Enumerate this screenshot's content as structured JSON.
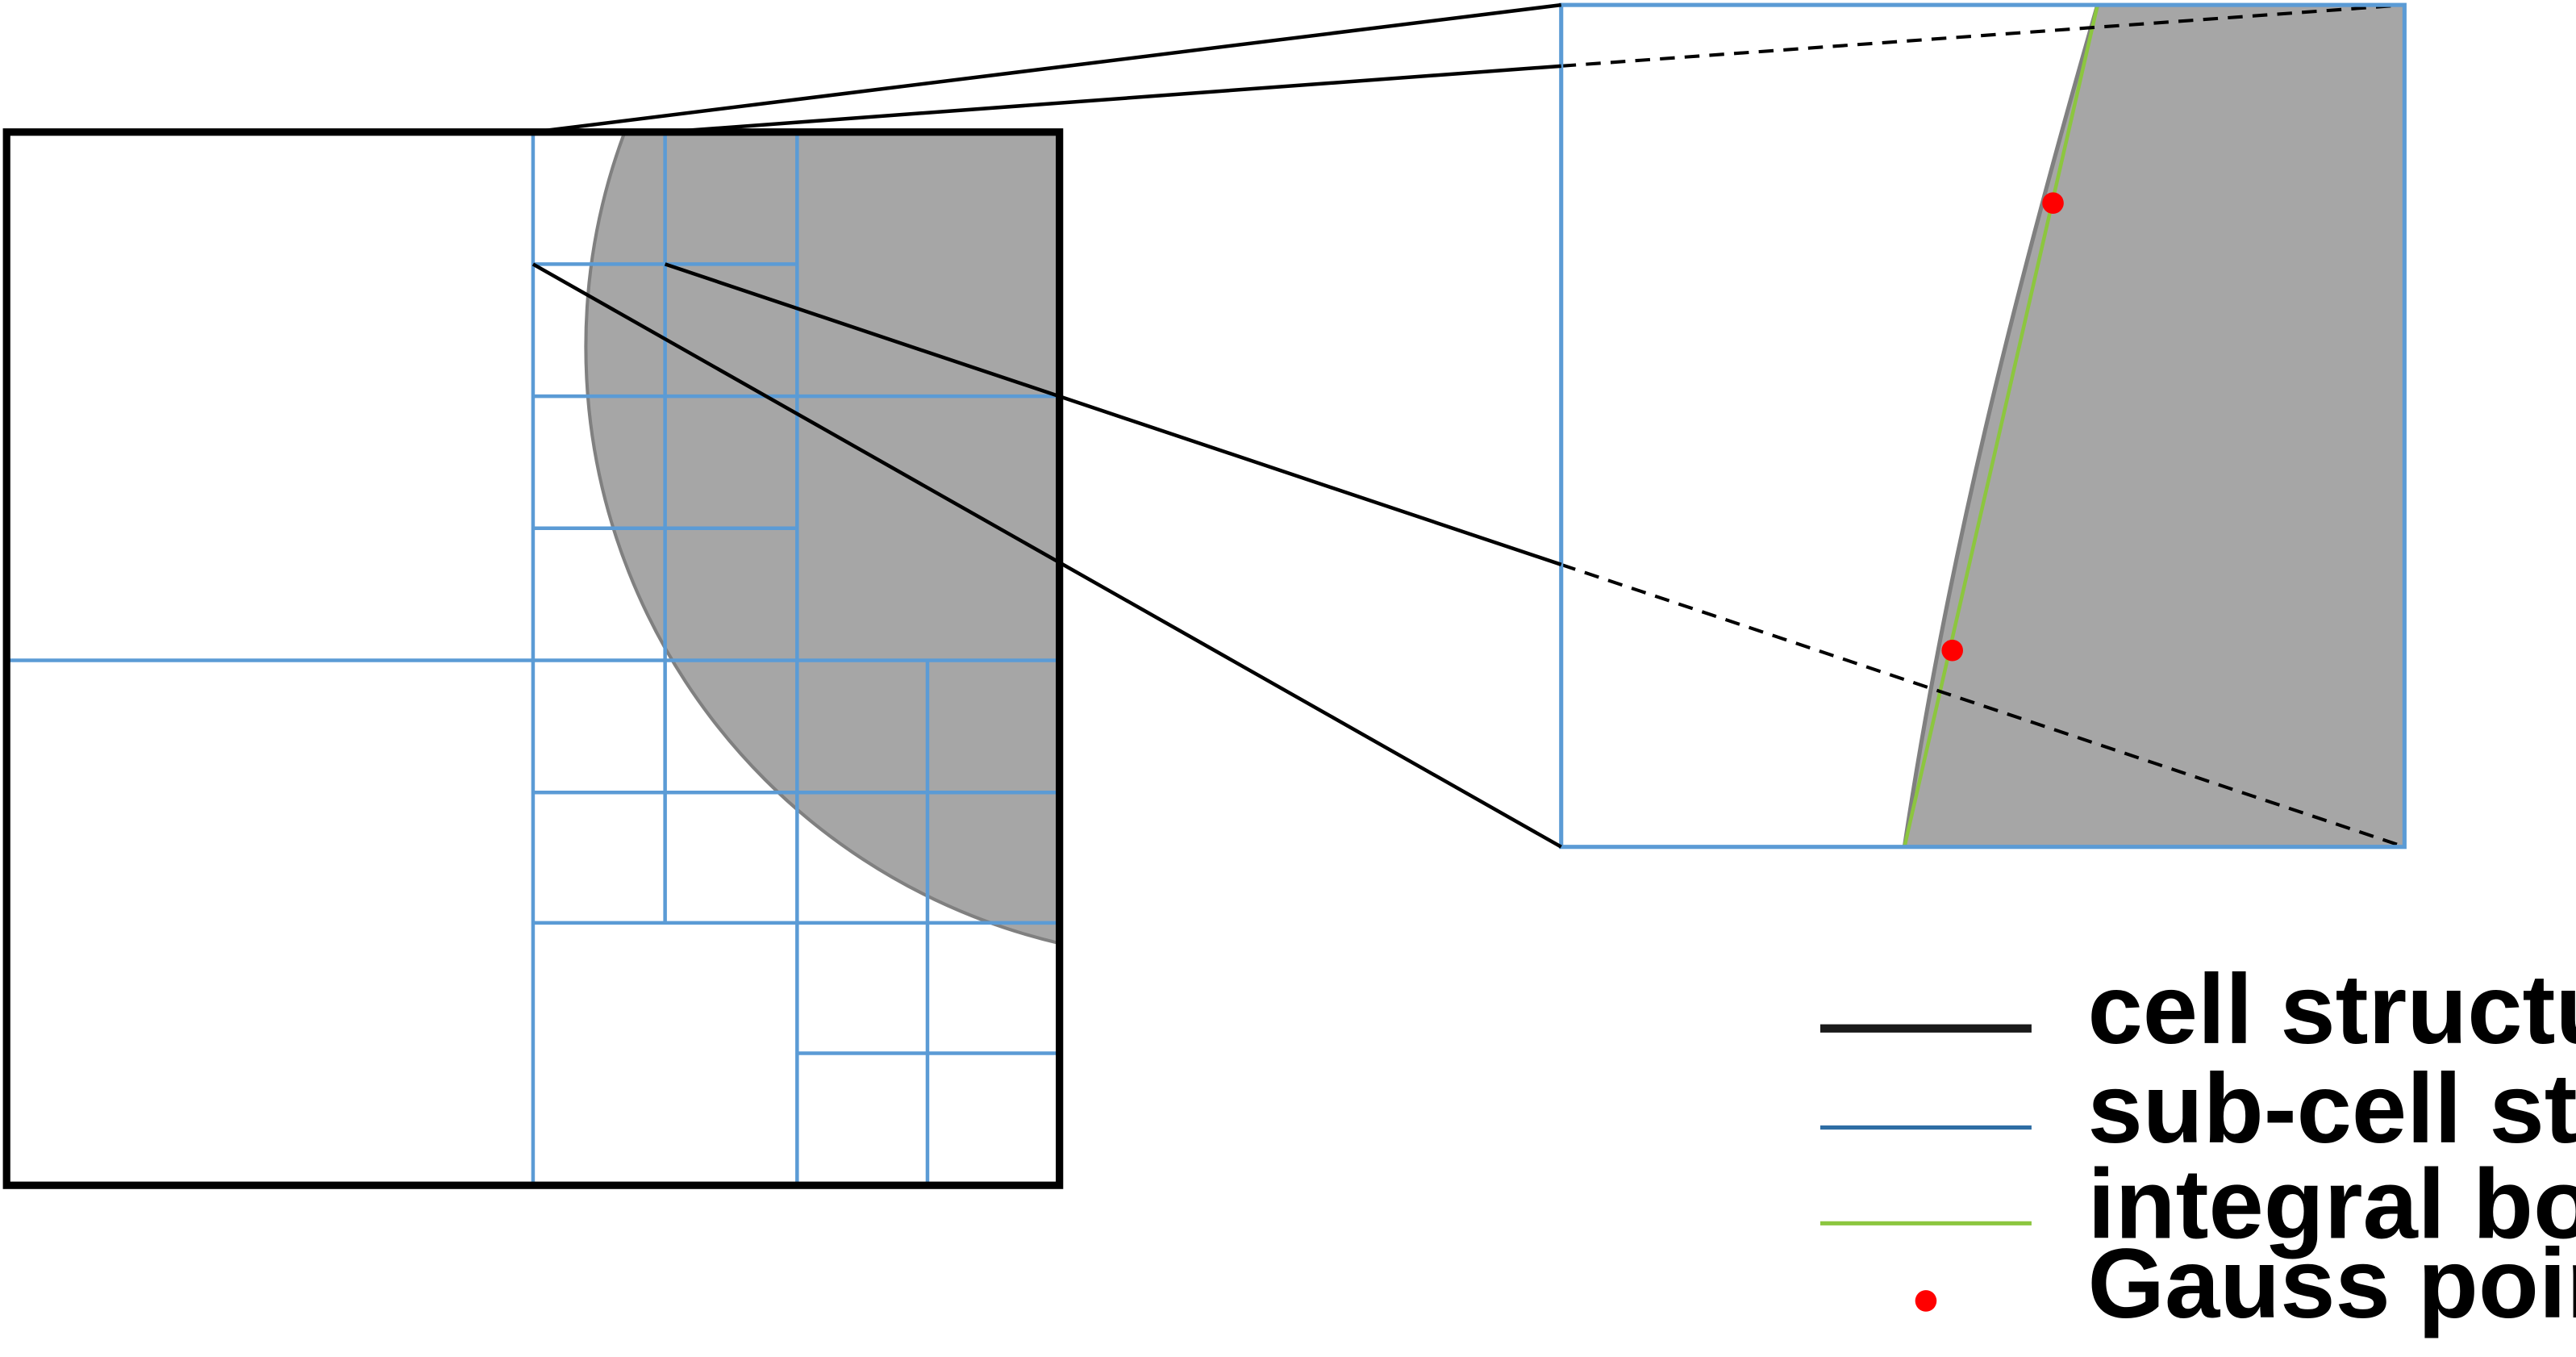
{
  "colors": {
    "cell_structure": "#000000",
    "sub_cell_structure": "#5b9bd5",
    "integral_boundary": "#8cc63f",
    "gauss_points": "#ff0000",
    "domain_fill": "#a6a6a6",
    "domain_edge": "#808080"
  },
  "legend": {
    "items": [
      {
        "label": "cell structure",
        "marker": "thick-line",
        "color": "#1a1a1a"
      },
      {
        "label": "sub-cell structure",
        "marker": "line",
        "color": "#2e6da4"
      },
      {
        "label": "integral boundary",
        "marker": "line",
        "color": "#8cc63f"
      },
      {
        "label": "Gauss points",
        "marker": "dot",
        "color": "#ff0000"
      }
    ]
  }
}
